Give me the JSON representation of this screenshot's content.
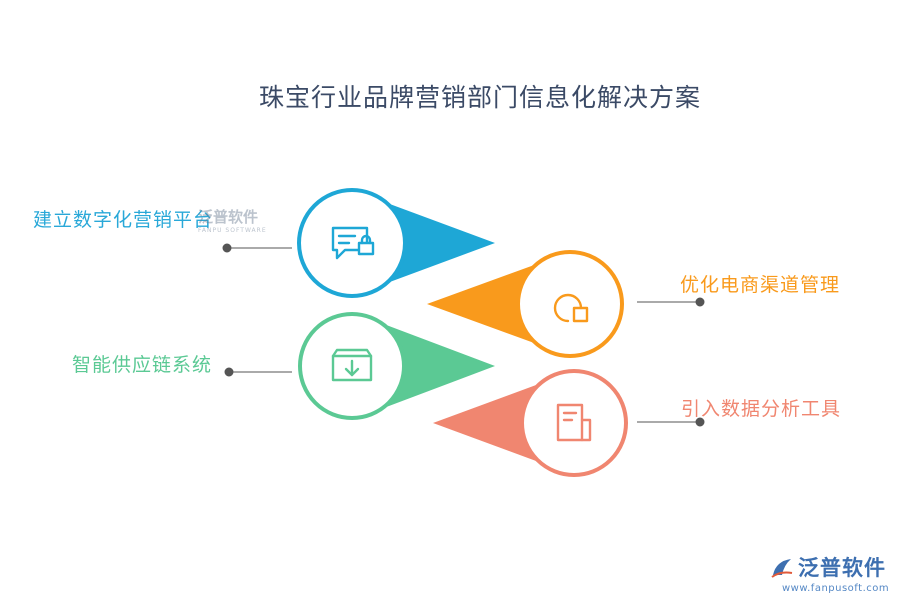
{
  "title": "珠宝行业品牌营销部门信息化解决方案",
  "items": [
    {
      "label": "建立数字化营销平台",
      "color": "#29a8d8",
      "icon": "chat-lock-icon"
    },
    {
      "label": "优化电商渠道管理",
      "color": "#f99a1c",
      "icon": "pie-window-icon"
    },
    {
      "label": "智能供应链系统",
      "color": "#5bc994",
      "icon": "inbox-download-icon"
    },
    {
      "label": "引入数据分析工具",
      "color": "#f08670",
      "icon": "document-icon"
    }
  ],
  "watermark": {
    "main": "泛普软件",
    "sub": "FANPU SOFTWARE"
  },
  "logo": {
    "brand": "泛普软件",
    "url": "www.fanpusoft.com"
  },
  "colors": {
    "title": "#3b4a66",
    "connector": "#555555"
  }
}
